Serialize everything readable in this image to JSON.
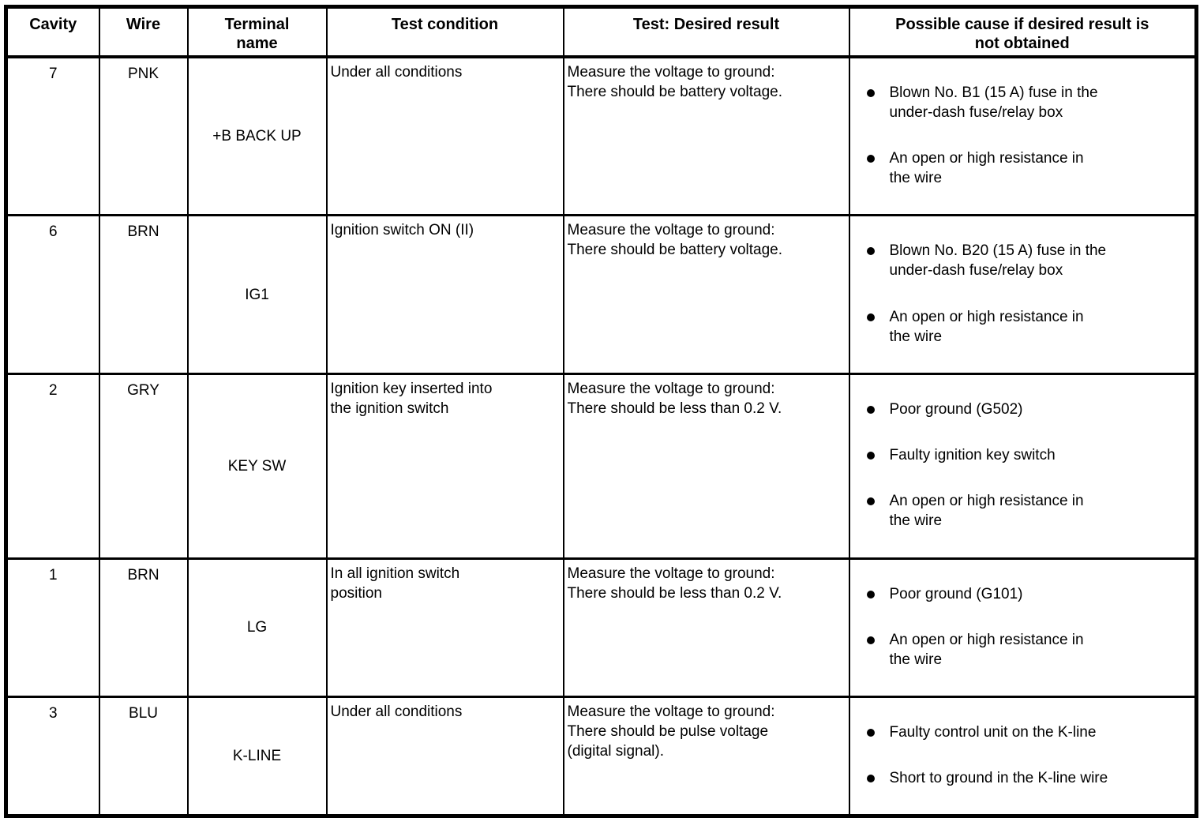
{
  "colors": {
    "border": "#000000",
    "background": "#ffffff",
    "text": "#000000"
  },
  "table": {
    "headers": {
      "cavity": "Cavity",
      "wire": "Wire",
      "terminal": "Terminal\nname",
      "condition": "Test condition",
      "result": "Test: Desired result",
      "cause": "Possible cause if desired result is\nnot obtained"
    },
    "rows": [
      {
        "cavity": "7",
        "wire": "PNK",
        "terminal": "+B BACK UP",
        "condition": "Under all conditions",
        "result": "Measure the voltage to ground:\nThere should be battery voltage.",
        "causes": [
          "Blown No. B1 (15 A) fuse in the\nunder-dash fuse/relay box",
          "An open or high resistance in\nthe wire"
        ]
      },
      {
        "cavity": "6",
        "wire": "BRN",
        "terminal": "IG1",
        "condition": "Ignition switch ON (II)",
        "result": "Measure the voltage to ground:\nThere should be battery voltage.",
        "causes": [
          "Blown No. B20 (15 A) fuse in the\nunder-dash fuse/relay box",
          "An open or high resistance in\nthe wire"
        ]
      },
      {
        "cavity": "2",
        "wire": "GRY",
        "terminal": "KEY SW",
        "condition": "Ignition key inserted into\nthe ignition switch",
        "result": "Measure the voltage to ground:\nThere should be less than 0.2 V.",
        "causes": [
          "Poor ground (G502)",
          "Faulty ignition key switch",
          "An open or high resistance in\nthe wire"
        ]
      },
      {
        "cavity": "1",
        "wire": "BRN",
        "terminal": "LG",
        "condition": "In all ignition switch\nposition",
        "result": "Measure the voltage to ground:\nThere should be less than 0.2 V.",
        "causes": [
          "Poor ground (G101)",
          "An open or high resistance in\nthe wire"
        ]
      },
      {
        "cavity": "3",
        "wire": "BLU",
        "terminal": "K-LINE",
        "condition": "Under all conditions",
        "result": "Measure the voltage to ground:\nThere should be pulse voltage\n(digital signal).",
        "causes": [
          "Faulty control unit on the K-line",
          "Short to ground in the K-line wire"
        ]
      }
    ]
  }
}
